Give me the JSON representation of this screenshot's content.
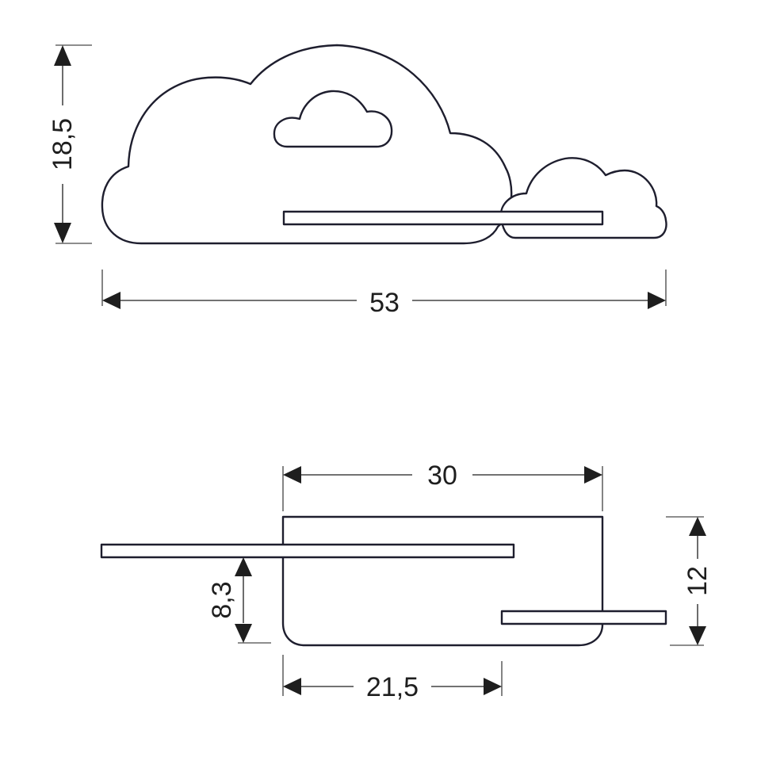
{
  "drawing": {
    "line_color": "#1e1e2e",
    "background": "#ffffff",
    "front_view": {
      "height_label": "18,5",
      "width_label": "53"
    },
    "top_view": {
      "depth_label": "30",
      "total_depth_label": "12",
      "shelf_offset_label": "8,3",
      "shelf_depth_label": "21,5"
    }
  }
}
